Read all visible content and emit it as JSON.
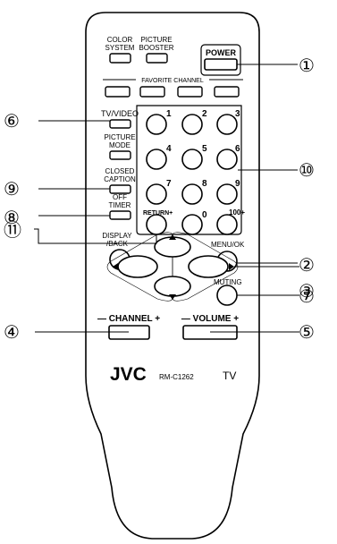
{
  "remote": {
    "brand": "JVC",
    "model": "RM-C1262",
    "device": "TV"
  },
  "buttons": {
    "color_system": [
      "COLOR",
      "SYSTEM"
    ],
    "picture_booster": [
      "PICTURE",
      "BOOSTER"
    ],
    "power": "POWER",
    "favorite_channel": "FAVORITE CHANNEL",
    "tv_video": "TV/VIDEO",
    "picture_mode": [
      "PICTURE",
      "MODE"
    ],
    "closed_caption": [
      "CLOSED",
      "CAPTION"
    ],
    "off_timer": [
      "OFF",
      "TIMER"
    ],
    "display_back": [
      "DISPLAY",
      "/BACK"
    ],
    "return_plus": "RETURN+",
    "menu_ok": "MENU/OK",
    "muting": "MUTING",
    "channel": "— CHANNEL +",
    "volume": "— VOLUME +",
    "keypad": [
      "1",
      "2",
      "3",
      "4",
      "5",
      "6",
      "7",
      "8",
      "9",
      "0",
      "100+"
    ]
  },
  "callouts": [
    "①",
    "②",
    "③",
    "④",
    "⑤",
    "⑥",
    "⑦",
    "⑧",
    "⑨",
    "⑩",
    "⑪"
  ]
}
